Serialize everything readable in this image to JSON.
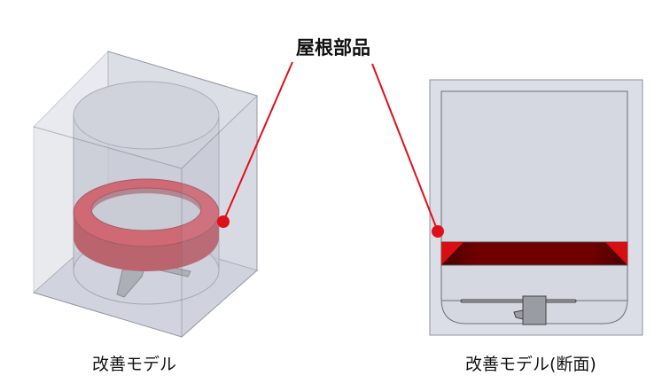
{
  "callout_label": "屋根部品",
  "captions": {
    "left": "改善モデル",
    "right": "改善モデル(断面)"
  },
  "colors": {
    "highlight_red": "#e0101a",
    "ring_red": "#d42a34",
    "section_dark_red": "#700000",
    "body_gray": "#d9dbe4"
  }
}
